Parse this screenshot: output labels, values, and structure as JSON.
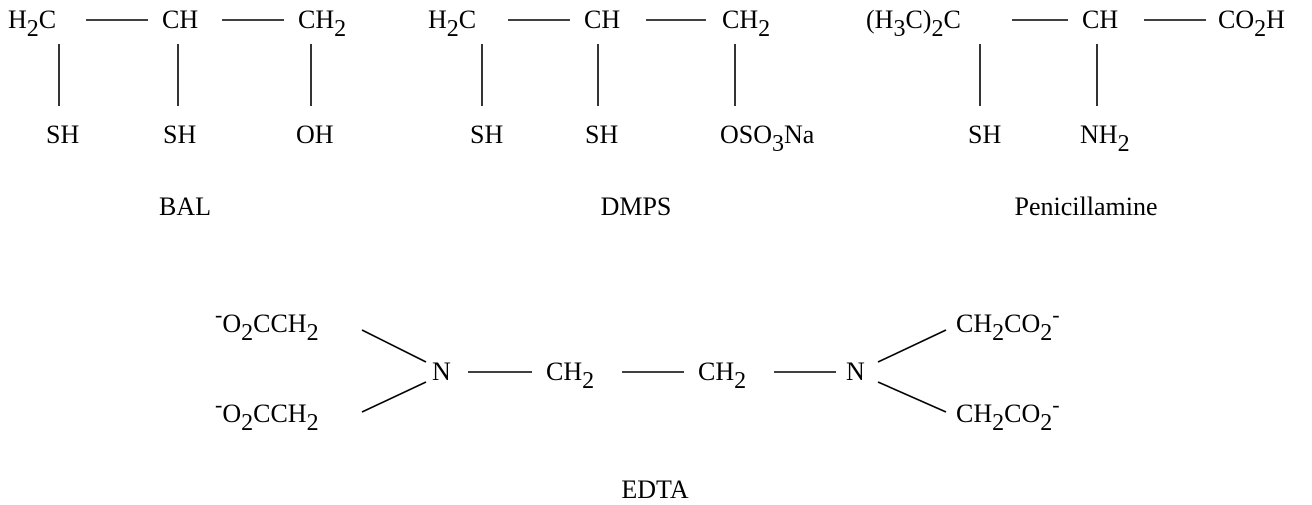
{
  "molecules": [
    {
      "name": "BAL",
      "top": [
        "H2C",
        "CH",
        "CH2"
      ],
      "bottom": [
        "SH",
        "SH",
        "OH"
      ]
    },
    {
      "name": "DMPS",
      "top": [
        "H2C",
        "CH",
        "CH2"
      ],
      "bottom": [
        "SH",
        "SH",
        "OSO3Na"
      ]
    },
    {
      "name": "Penicillamine",
      "top": [
        "(H3C)2C",
        "CH",
        "CO2H"
      ],
      "bottom": [
        "SH",
        "NH2"
      ]
    },
    {
      "name": "EDTA",
      "left": [
        "-O2CCH2",
        "-O2CCH2"
      ],
      "chain": [
        "N",
        "CH2",
        "CH2",
        "N"
      ],
      "right": [
        "CH2CO2-",
        "CH2CO2-"
      ]
    }
  ],
  "segments": {
    "h2c_h": "H",
    "h2c_2": "2",
    "h2c_c": "C",
    "ch": "CH",
    "ch2_ch": "CH",
    "ch2_2": "2",
    "sh": "SH",
    "oh": "OH",
    "oso3na_oso": "OSO",
    "oso3na_3": "3",
    "oso3na_na": "Na",
    "h3c2c_a": "(H",
    "h3c2c_3": "3",
    "h3c2c_b": "C)",
    "h3c2c_2": "2",
    "h3c2c_c": "C",
    "co2h_co": "CO",
    "co2h_2": "2",
    "co2h_h": "H",
    "nh2_nh": "NH",
    "nh2_2": "2",
    "n": "N",
    "carboxylate_minus": "-",
    "carboxylate_o": "O",
    "carboxylate_2a": "2",
    "carboxylate_cch": "CCH",
    "carboxylate_2b": "2",
    "ch2co2_ch": "CH",
    "ch2co2_2a": "2",
    "ch2co2_co": "CO",
    "ch2co2_2b": "2",
    "ch2co2_minus": "-"
  }
}
